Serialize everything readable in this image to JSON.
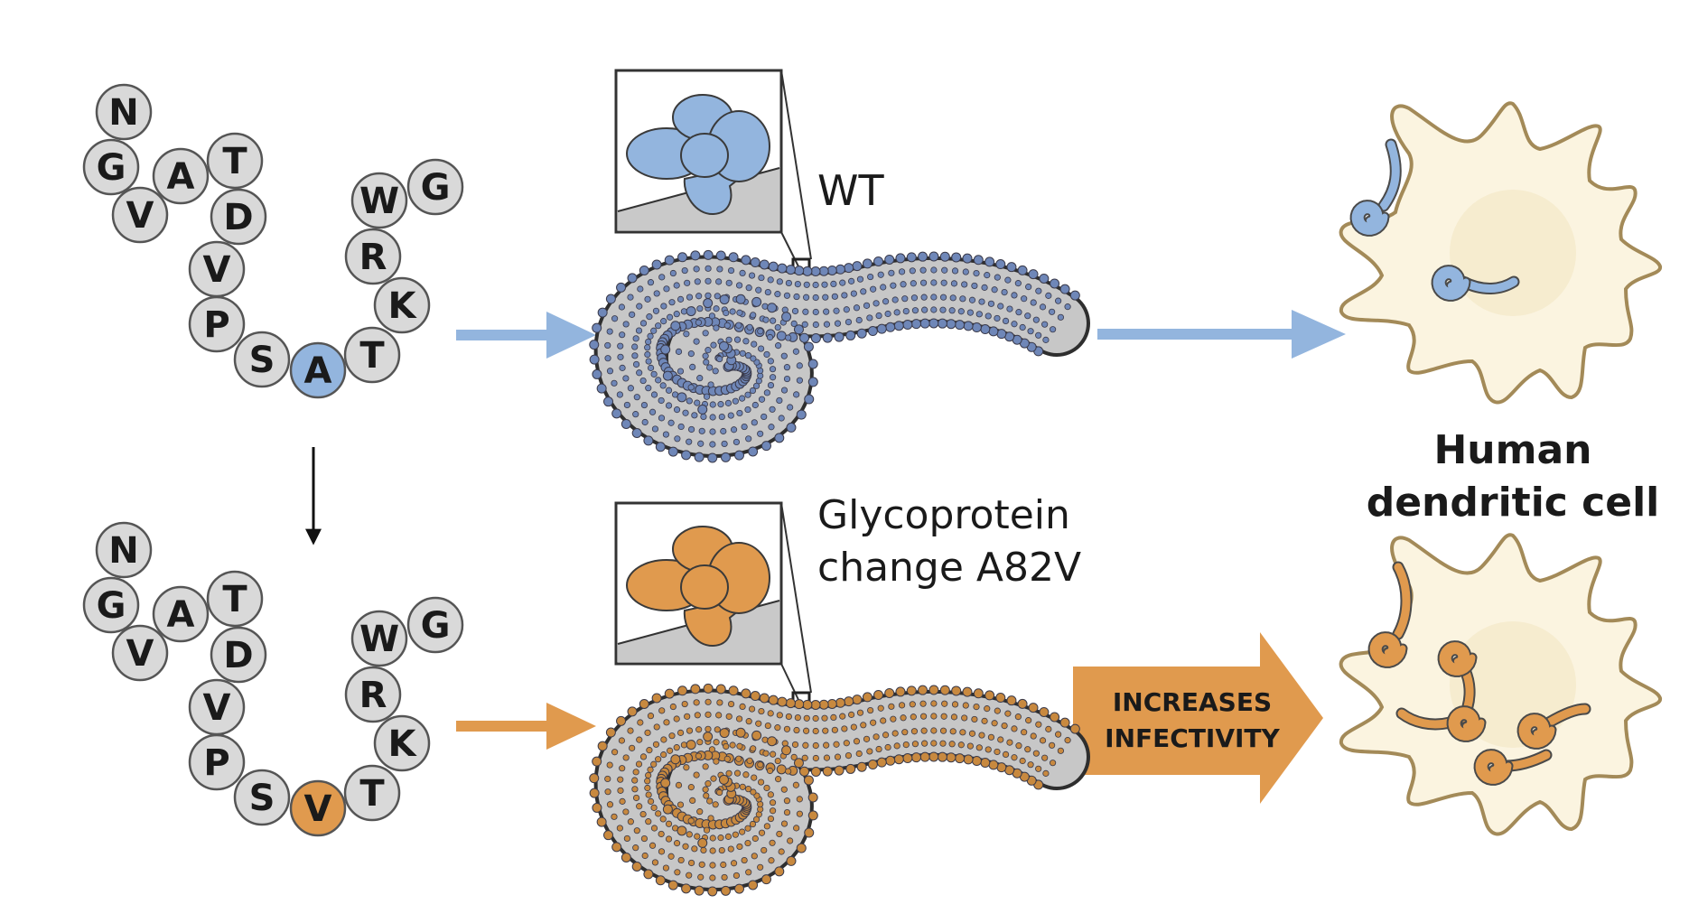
{
  "labels": {
    "wt": "WT",
    "glyco_line1": "Glycoprotein",
    "glyco_line2": "change A82V",
    "cell_line1": "Human",
    "cell_line2": "dendritic cell",
    "arrow_line1": "INCREASES",
    "arrow_line2": "INFECTIVITY"
  },
  "sequences": {
    "wild_type": [
      "N",
      "G",
      "A",
      "T",
      "V",
      "D",
      "V",
      "P",
      "S",
      "A",
      "T",
      "K",
      "R",
      "W",
      "G"
    ],
    "mutant": [
      "N",
      "G",
      "A",
      "T",
      "V",
      "D",
      "V",
      "P",
      "S",
      "V",
      "T",
      "K",
      "R",
      "W",
      "G"
    ]
  },
  "colors": {
    "wild_type": "#93b5de",
    "mutant": "#e09a4e",
    "residue_fill": "#d9d9d9",
    "cell_fill": "#fbf4e0",
    "cell_outline": "#a38a58"
  }
}
